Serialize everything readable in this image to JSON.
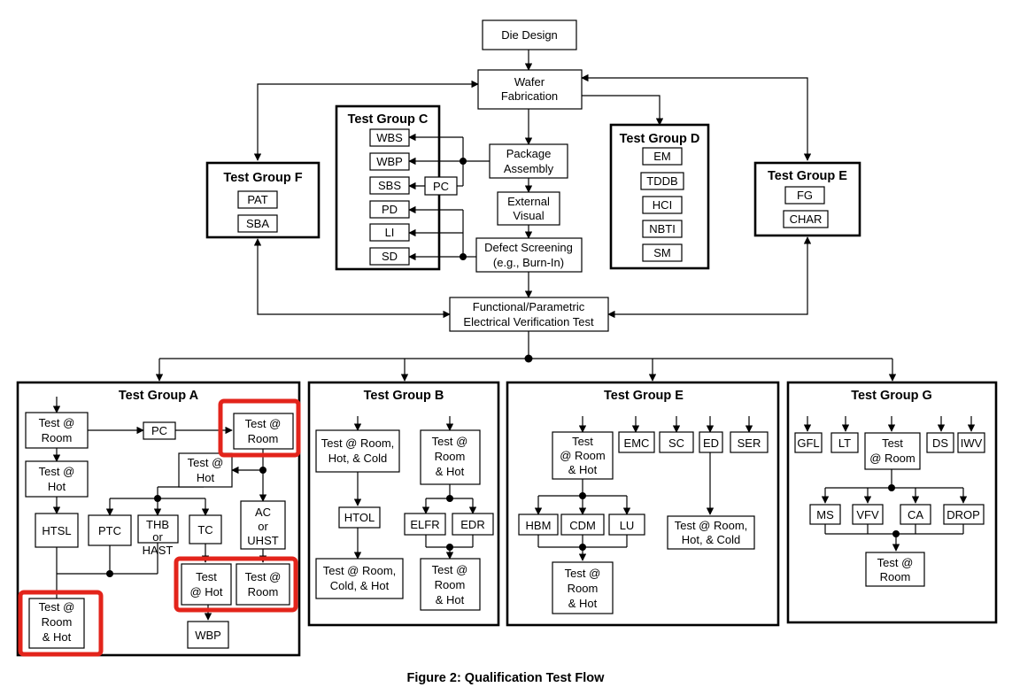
{
  "caption": "Figure 2:  Qualification Test Flow",
  "top": {
    "die_design": "Die Design",
    "wafer_fab": [
      "Wafer",
      "Fabrication"
    ],
    "package_assembly": [
      "Package",
      "Assembly"
    ],
    "external_visual": [
      "External",
      "Visual"
    ],
    "defect_screening": [
      "Defect Screening",
      "(e.g., Burn-In)"
    ],
    "func_test": [
      "Functional/Parametric",
      "Electrical Verification Test"
    ]
  },
  "group_c": {
    "title": "Test Group C",
    "items": [
      "WBS",
      "WBP",
      "SBS",
      "PD",
      "LI",
      "SD"
    ],
    "pc": "PC"
  },
  "group_d": {
    "title": "Test Group D",
    "items": [
      "EM",
      "TDDB",
      "HCI",
      "NBTI",
      "SM"
    ]
  },
  "group_f": {
    "title": "Test Group F",
    "items": [
      "PAT",
      "SBA"
    ]
  },
  "group_e_top": {
    "title": "Test Group E",
    "items": [
      "FG",
      "CHAR"
    ]
  },
  "group_a": {
    "title": "Test Group A",
    "test_room": [
      "Test  @",
      "Room"
    ],
    "pc": "PC",
    "test_room2": [
      "Test @",
      "Room"
    ],
    "test_hot_left": [
      "Test @",
      "Hot"
    ],
    "test_hot_mid": [
      "Test @",
      "Hot"
    ],
    "htsl": "HTSL",
    "ptc": "PTC",
    "thb": [
      "THB",
      "or",
      "HAST"
    ],
    "tc": "TC",
    "ac": [
      "AC",
      "or",
      "UHST"
    ],
    "test_hot_low": [
      "Test",
      "@ Hot"
    ],
    "test_room_low": [
      "Test @",
      "Room"
    ],
    "test_room_hot": [
      "Test @",
      "Room",
      "& Hot"
    ],
    "wbp": "WBP"
  },
  "group_b": {
    "title": "Test Group B",
    "test_rhc": [
      "Test @ Room,",
      "Hot, & Cold"
    ],
    "test_rh": [
      "Test @",
      "Room",
      "& Hot"
    ],
    "htol": "HTOL",
    "elfr": "ELFR",
    "edr": "EDR",
    "test_rch": [
      "Test @ Room,",
      "Cold, & Hot"
    ],
    "test_rh2": [
      "Test @",
      "Room",
      "& Hot"
    ]
  },
  "group_e": {
    "title": "Test Group E",
    "test_rh": [
      "Test",
      "@ Room",
      "& Hot"
    ],
    "emc": "EMC",
    "sc": "SC",
    "ed": "ED",
    "ser": "SER",
    "hbm": "HBM",
    "cdm": "CDM",
    "lu": "LU",
    "test_rh2": [
      "Test @",
      "Room",
      "& Hot"
    ],
    "test_rhc": [
      "Test @ Room,",
      "Hot, & Cold"
    ]
  },
  "group_g": {
    "title": "Test Group G",
    "gfl": "GFL",
    "lt": "LT",
    "test_room": [
      "Test",
      "@ Room"
    ],
    "ds": "DS",
    "iwv": "IWV",
    "ms": "MS",
    "vfv": "VFV",
    "ca": "CA",
    "drop": "DROP",
    "test_room2": [
      "Test @",
      "Room"
    ]
  },
  "colors": {
    "highlight": "#e3241b",
    "line": "#000000",
    "background": "#ffffff"
  }
}
